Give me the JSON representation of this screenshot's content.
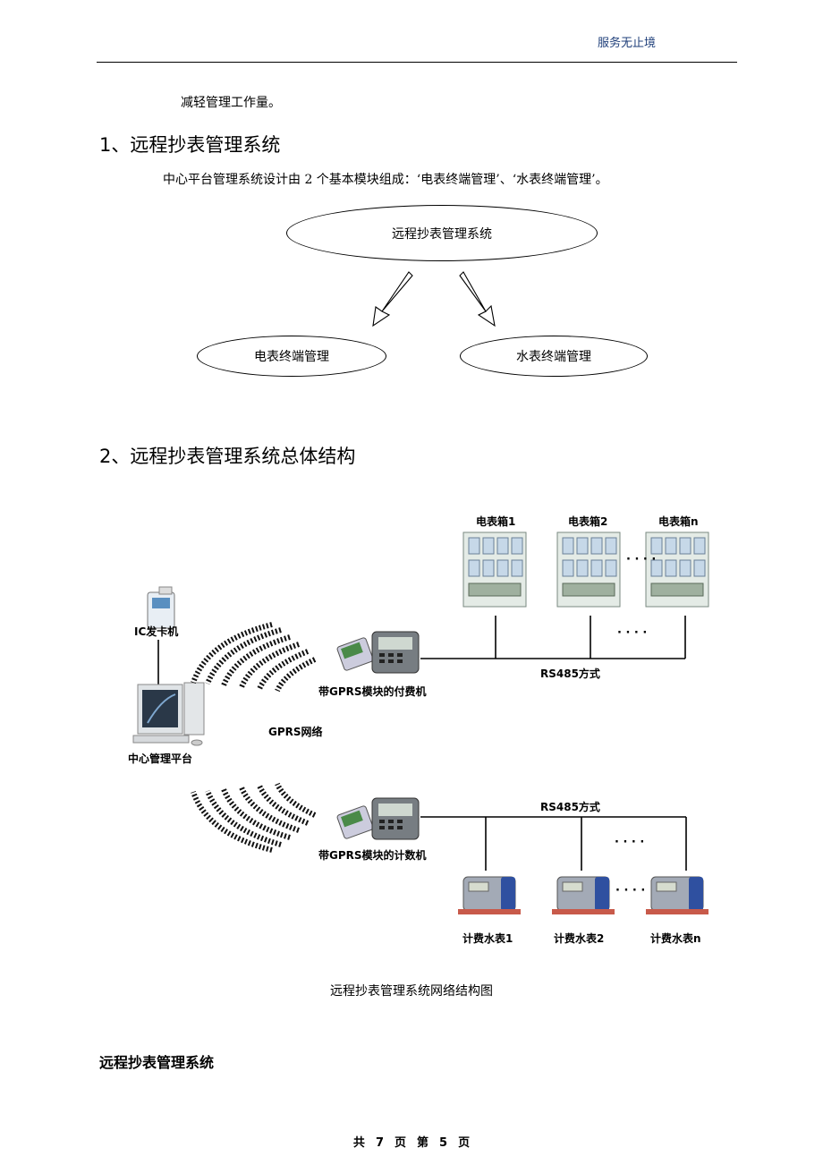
{
  "header": {
    "right_text": "服务无止境"
  },
  "intro_line": "减轻管理工作量。",
  "section1": {
    "heading": "1、远程抄表管理系统",
    "description": "中心平台管理系统设计由 2 个基本模块组成：‘电表终端管理’、‘水表终端管理’。",
    "diagram": {
      "root": "远程抄表管理系统",
      "children": [
        "电表终端管理",
        "水表终端管理"
      ]
    }
  },
  "section2": {
    "heading": "2、远程抄表管理系统总体结构",
    "network": {
      "ic_card": "IC发卡机",
      "center": "中心管理平台",
      "gprs": "GPRS网络",
      "payment_terminal": "带GPRS模块的付费机",
      "counting_terminal": "带GPRS模块的计数机",
      "rs485_top": "RS485方式",
      "rs485_bottom": "RS485方式",
      "meter_boxes": [
        "电表箱1",
        "电表箱2",
        "电表箱n"
      ],
      "water_meters": [
        "计费水表1",
        "计费水表2",
        "计费水表n"
      ],
      "ellipsis": "· · · ·"
    },
    "caption": "远程抄表管理系统网络结构图"
  },
  "subheading": "远程抄表管理系统",
  "footer": {
    "prefix": "共",
    "total": "7",
    "page_word": "页",
    "mid": "第",
    "current": "5",
    "suffix": "页"
  },
  "colors": {
    "header_text": "#1f3f7a",
    "meter_body": "#9ea6b2",
    "water_blue": "#2f50a0"
  }
}
